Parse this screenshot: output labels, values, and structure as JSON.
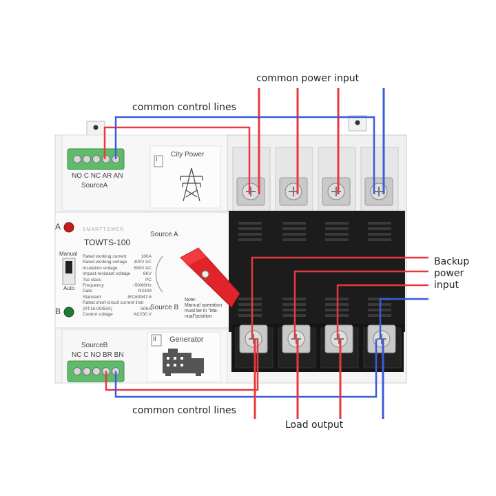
{
  "callouts": {
    "common_power_input": "common power input",
    "common_control_lines_top": "common control lines",
    "common_control_lines_bottom": "common control lines",
    "backup": "Backup",
    "power": "power",
    "input": "input",
    "load_output": "Load output"
  },
  "device": {
    "model": "TOWTS-100",
    "brand_text": "SMARTTOWER",
    "source_a_label": "Source A",
    "source_b_label": "Source B",
    "indicator_a": "A",
    "indicator_b": "B",
    "manual": "Manual",
    "auto": "Auto",
    "city_power_numeral": "I",
    "city_power": "City Power",
    "generator_numeral": "II",
    "generator": "Generator",
    "terminal_a_pins": "NO C NC AR AN",
    "terminal_a_name": "SourceA",
    "terminal_b_pins": "NC C NO BR BN",
    "terminal_b_name": "SourceB",
    "note": "Note:",
    "note_line1": "Manual operation",
    "note_line2": "must be in \"Ma-",
    "note_line3": "nual\"position"
  },
  "specs": [
    {
      "k": "Rated working current",
      "v": "100A"
    },
    {
      "k": "Rated working voltage",
      "v": "400V AC"
    },
    {
      "k": "Insulation voltage",
      "v": "690V AC"
    },
    {
      "k": "Impact-resistant voltage",
      "v": "8KV"
    },
    {
      "k": "Tse class",
      "v": "PC"
    },
    {
      "k": "Frequency",
      "v": "~50/60Hz"
    },
    {
      "k": "Date",
      "v": "R2309"
    },
    {
      "k": "Standard",
      "v": "IEC60947-6"
    },
    {
      "k": "Rated short-circuit current limit",
      "v": ""
    },
    {
      "k": "(RT16-00/63A)",
      "v": "50KA"
    },
    {
      "k": "Control voltage",
      "v": "AC230 V"
    }
  ],
  "colors": {
    "red_wire": "#e8383d",
    "blue_wire": "#3b5bd9",
    "terminal_green": "#5dbb6a",
    "handle_red": "#e0242a",
    "body_white": "#f4f4f4",
    "black_panel": "#1c1c1c"
  }
}
